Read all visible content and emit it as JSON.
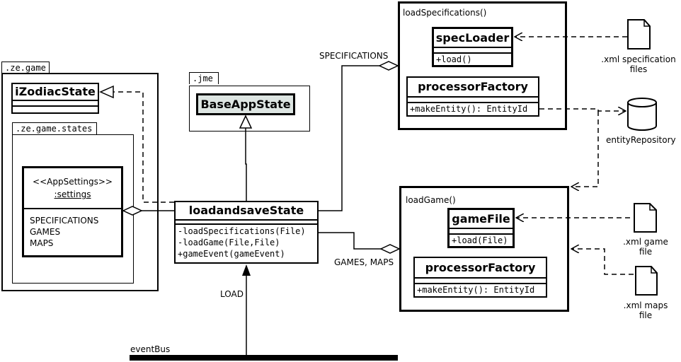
{
  "packages": {
    "ze_game": ".ze.game",
    "ze_game_states": ".ze.game.states",
    "jme": ".jme"
  },
  "classes": {
    "izodiac": "iZodiacState",
    "baseapp": "BaseAppState",
    "settings_stereotype": "<<AppSettings>>",
    "settings_name": ":settings",
    "settings_items": [
      "SPECIFICATIONS",
      "GAMES",
      "MAPS"
    ],
    "loadsave": {
      "name": "loadandsaveState",
      "ops": [
        "-loadSpecifications(File)",
        "-loadGame(File,File)",
        "+gameEvent(gameEvent)"
      ]
    },
    "specloader": {
      "name": "specLoader",
      "op": "+load()"
    },
    "processor1": {
      "name": "processorFactory",
      "op": "+makeEntity(): EntityId"
    },
    "gamefile": {
      "name": "gameFile",
      "op": "+load(File)"
    },
    "processor2": {
      "name": "processorFactory",
      "op": "+makeEntity(): EntityId"
    }
  },
  "frames": {
    "load_specs": "loadSpecifications()",
    "load_game": "loadGame()"
  },
  "labels": {
    "specifications": "SPECIFICATIONS",
    "games_maps": "GAMES, MAPS",
    "load": "LOAD",
    "eventbus": "eventBus"
  },
  "artifacts": {
    "xml_spec": ".xml specification files",
    "entity_repo": "entityRepository",
    "xml_game": ".xml game file",
    "xml_maps": ".xml maps file"
  },
  "colors": {
    "baseapp_fill": "#dde5e2",
    "line": "#000000"
  }
}
